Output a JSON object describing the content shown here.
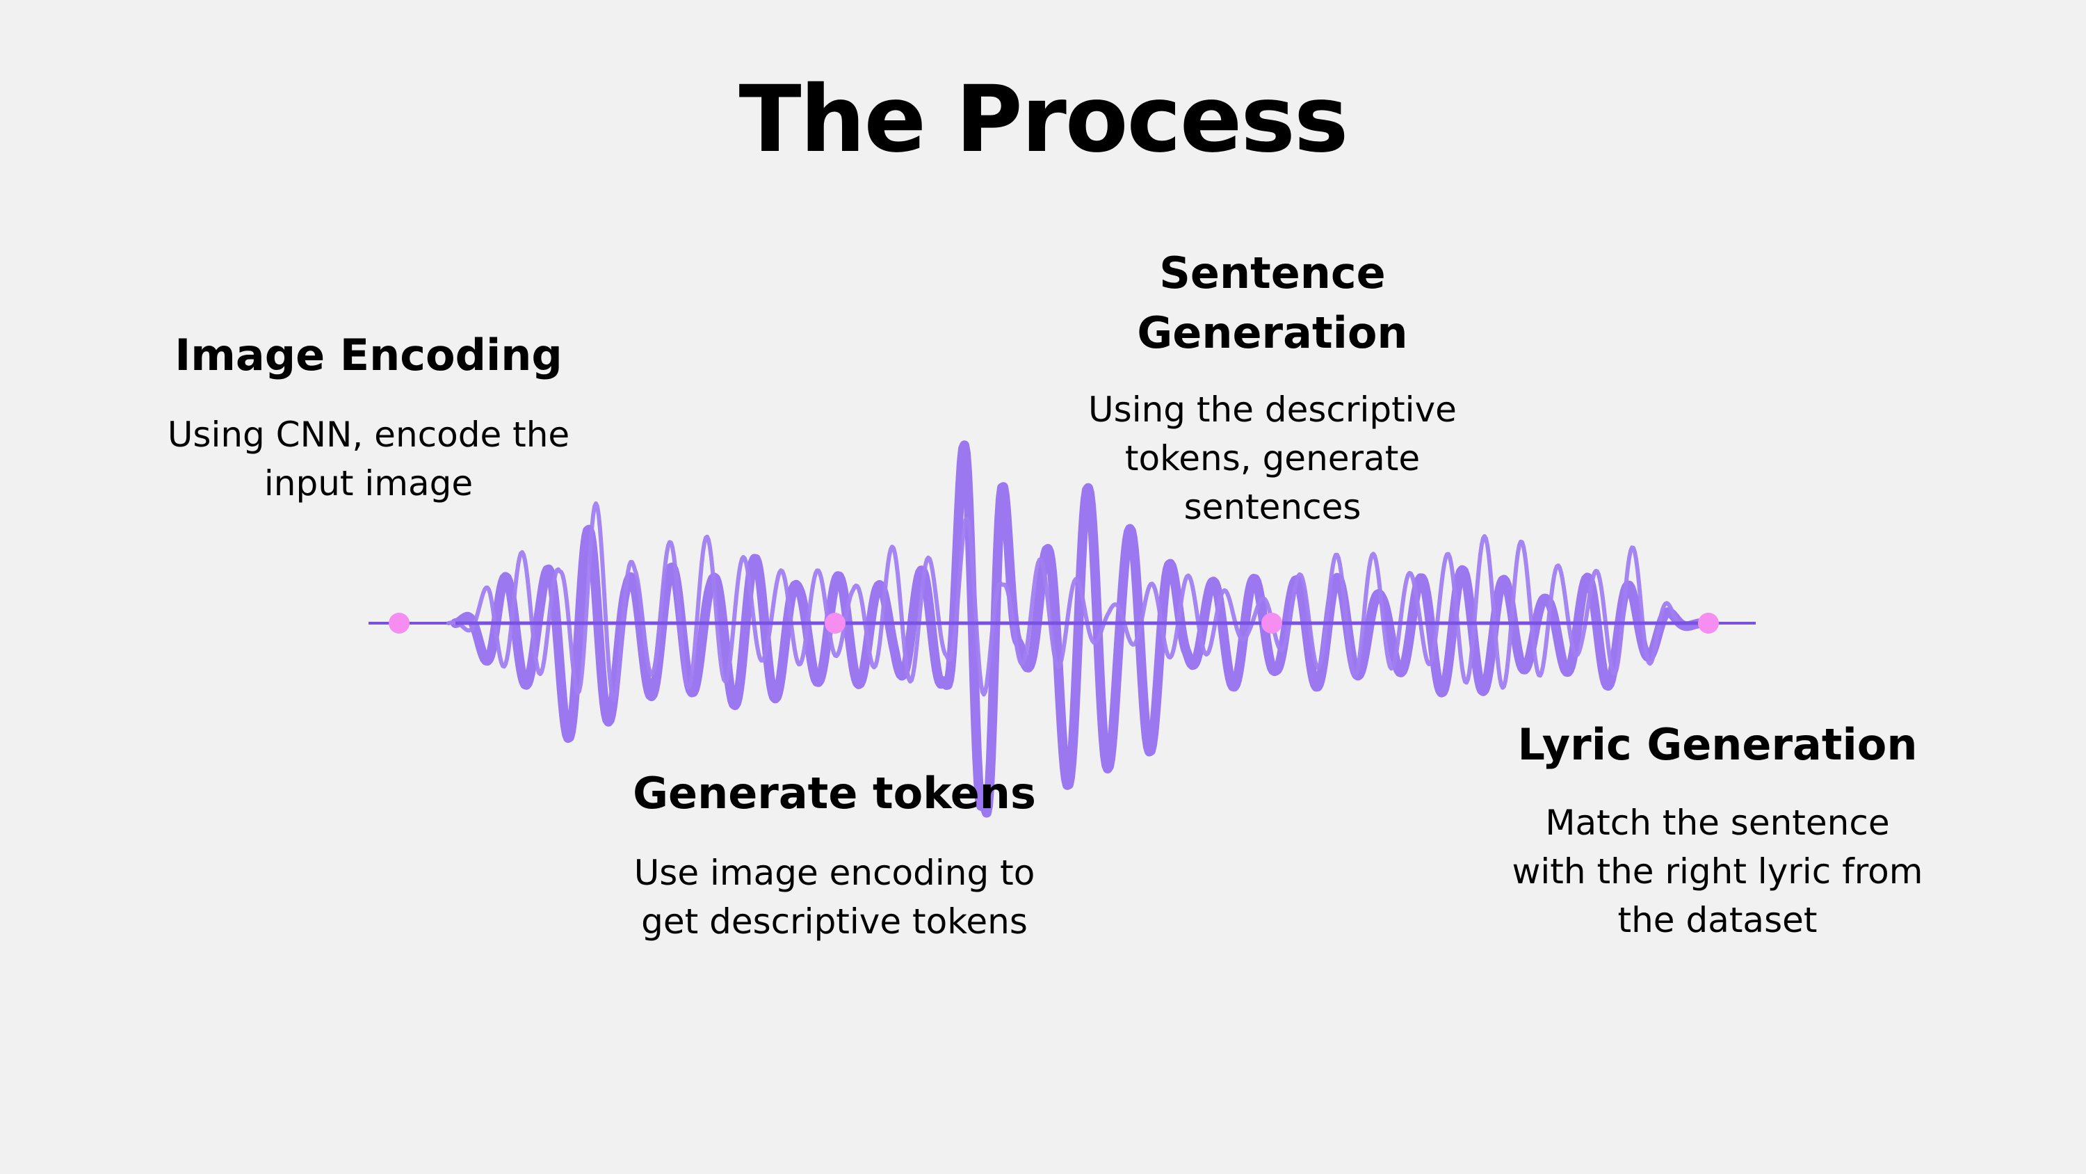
{
  "title": "The Process",
  "colors": {
    "background": "#f1f1f1",
    "wave": "#9b77f0",
    "wave_dark": "#7a52e3",
    "marker": "#f58ef0"
  },
  "steps": [
    {
      "title": "Image Encoding",
      "description": "Using CNN, encode the input image"
    },
    {
      "title": "Generate tokens",
      "description": "Use image encoding to get descriptive tokens"
    },
    {
      "title": "Sentence Generation",
      "description": "Using the descriptive tokens, generate sentences"
    },
    {
      "title": "Lyric Generation",
      "description": "Match the sentence with the right lyric from the dataset"
    }
  ]
}
